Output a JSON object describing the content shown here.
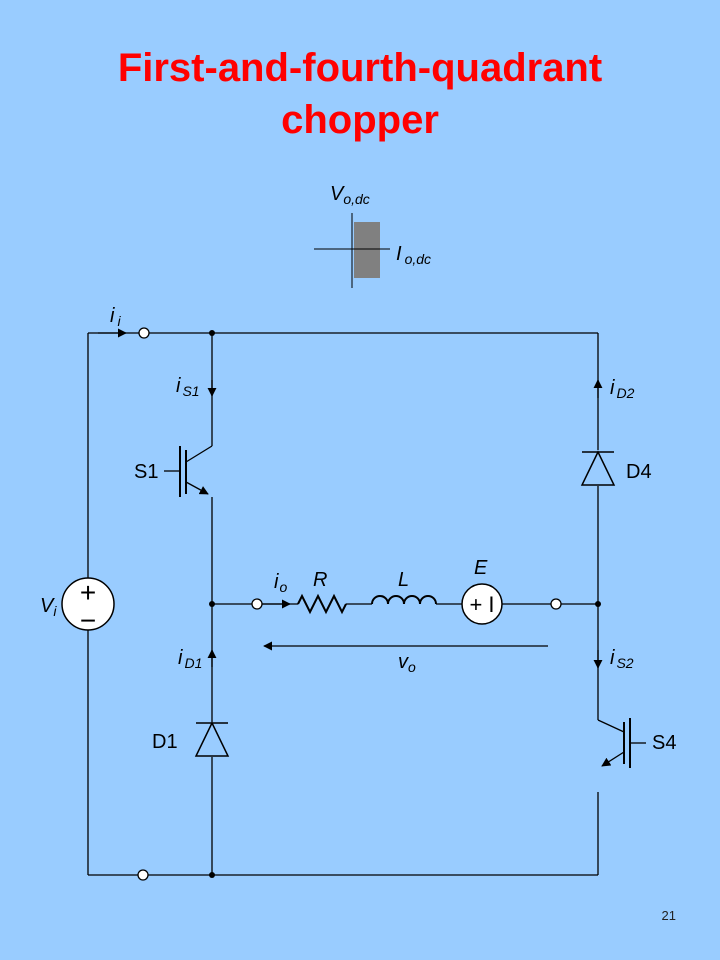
{
  "slide": {
    "title_line1": "First-and-fourth-quadrant",
    "title_line2": "chopper",
    "page_number": "21"
  },
  "quadrant_plot": {
    "v_axis_main": "V",
    "v_axis_sub": "o,dc",
    "i_axis_main": "I",
    "i_axis_sub": "o,dc",
    "shade_color": "#808080"
  },
  "circuit": {
    "source": {
      "label_main": "V",
      "label_sub": "i",
      "plus": "+",
      "minus": "−"
    },
    "input_current": {
      "main": "i",
      "sub": "i"
    },
    "switch_s1": {
      "label": "S1",
      "current_main": "i",
      "current_sub": "S1"
    },
    "diode_d4": {
      "label": "D4",
      "current_main": "i",
      "current_sub": "D2"
    },
    "diode_d1": {
      "label": "D1",
      "current_main": "i",
      "current_sub": "D1"
    },
    "switch_s4": {
      "label": "S4",
      "current_main": "i",
      "current_sub": "S2"
    },
    "load": {
      "current_main": "i",
      "current_sub": "o",
      "resistor": "R",
      "inductor": "L",
      "emf": "E",
      "emf_signs": "+ I",
      "voltage_main": "v",
      "voltage_sub": "o"
    }
  }
}
